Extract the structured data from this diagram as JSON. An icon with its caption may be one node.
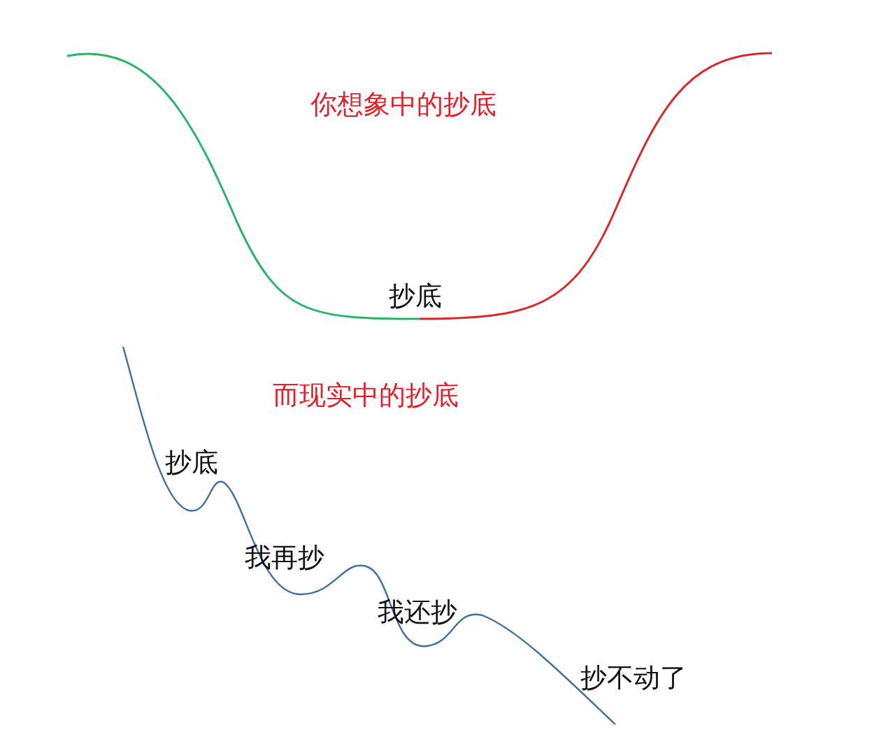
{
  "diagram": {
    "labels": [
      "你想象中的抄底",
      "抄底",
      "而现实中的抄底",
      "抄底",
      "我再抄",
      "我还抄",
      "抄不动了"
    ]
  }
}
